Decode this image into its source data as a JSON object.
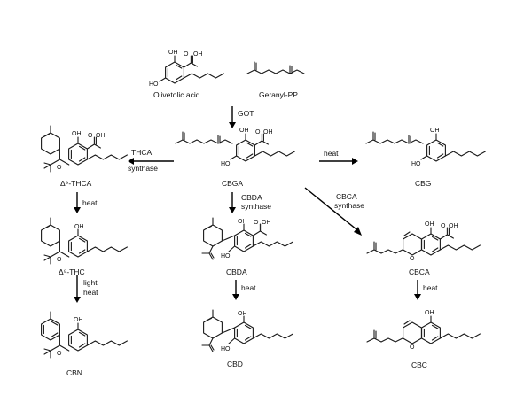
{
  "compounds": {
    "olivetolic_acid": "Olivetolic acid",
    "geranyl_pp": "Geranyl-PP",
    "cbga": "CBGA",
    "thca": "Δ⁹-THCA",
    "cbg": "CBG",
    "thc": "Δ⁹-THC",
    "cbda": "CBDA",
    "cbca": "CBCA",
    "cbn": "CBN",
    "cbd": "CBD",
    "cbc": "CBC"
  },
  "arrows": {
    "got": "GOT",
    "thca_synthase": [
      "THCA",
      "synthase"
    ],
    "heat_cbg": "heat",
    "heat_thc": "heat",
    "cbda_synthase": [
      "CBDA",
      "synthase"
    ],
    "cbca_synthase": [
      "CBCA",
      "synthase"
    ],
    "light_heat": [
      "light",
      "heat"
    ],
    "heat_cbd": "heat",
    "heat_cbc": "heat"
  },
  "atoms": {
    "oh": "OH",
    "ho": "HO",
    "o": "O"
  }
}
